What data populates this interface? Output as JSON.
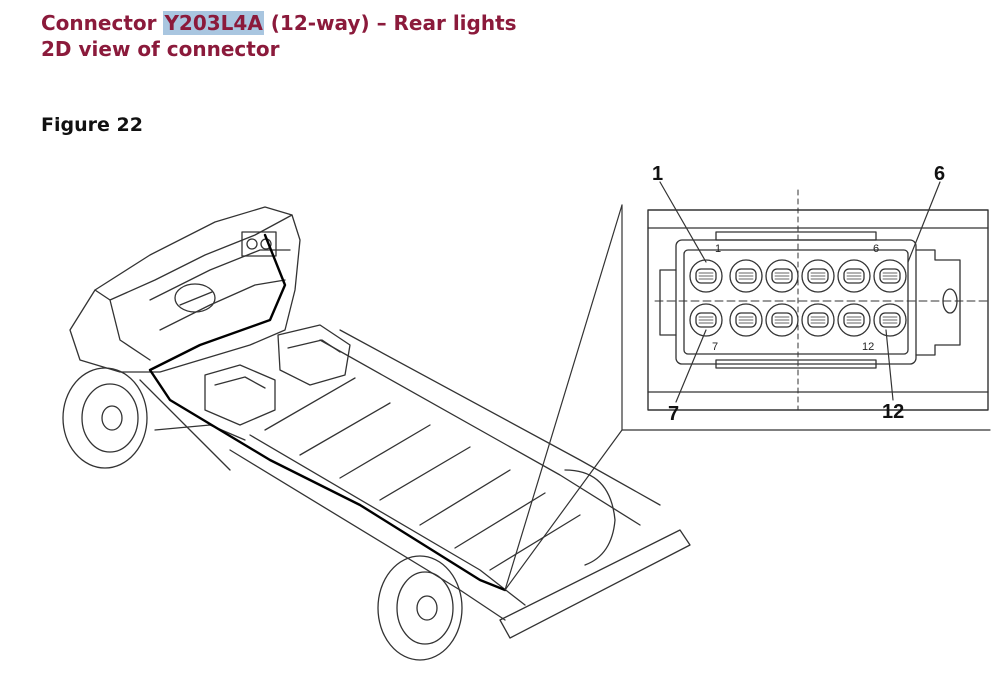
{
  "header": {
    "line1_prefix": "Connector ",
    "line1_code": "Y203L4A",
    "line1_suffix": " (12-way) – Rear lights",
    "line2": "2D view of connector"
  },
  "figure": {
    "label": "Figure 22"
  },
  "connector": {
    "callouts": [
      "1",
      "6",
      "7",
      "12"
    ],
    "cavity_marks": [
      "1",
      "6",
      "7",
      "12"
    ]
  },
  "colors": {
    "heading": "#8b1a3b",
    "highlight": "#a9c6e0"
  }
}
